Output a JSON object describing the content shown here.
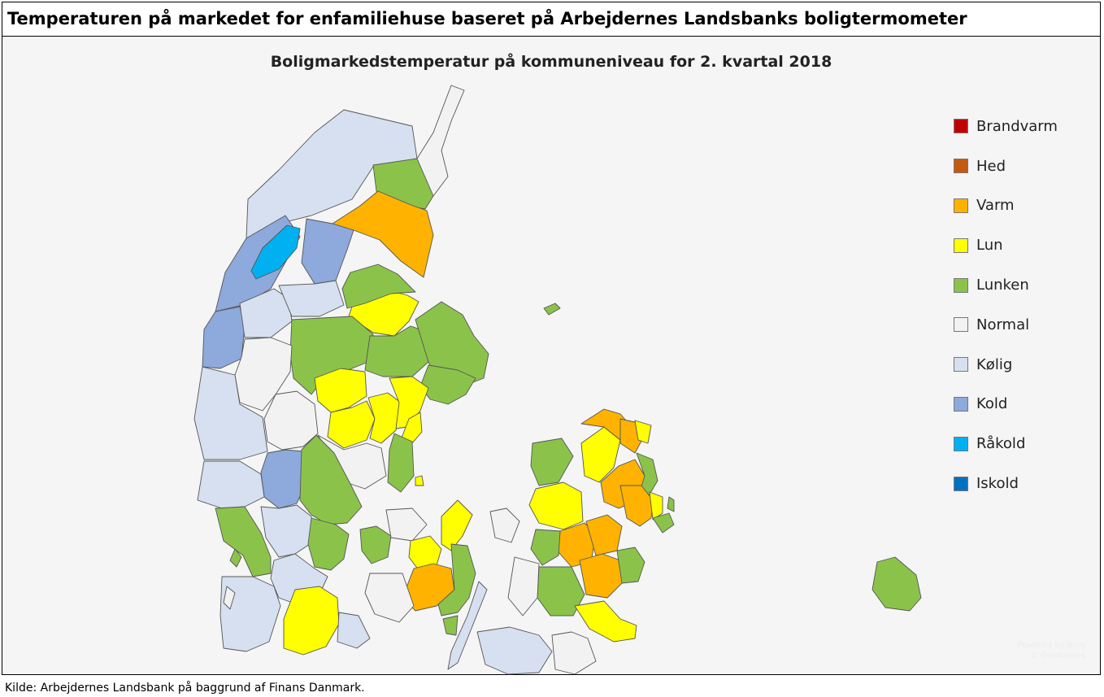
{
  "title": "Temperaturen på markedet for enfamiliehuse baseret på Arbejdernes Landsbanks boligtermometer",
  "map_title": "Boligmarkedstemperatur på kommuneniveau for 2. kvartal 2018",
  "source": "Kilde: Arbejdernes Landsbank på baggrund af Finans Danmark.",
  "legend": [
    {
      "label": "Brandvarm",
      "color": "#c00000"
    },
    {
      "label": "Hed",
      "color": "#c55a11"
    },
    {
      "label": "Varm",
      "color": "#ffb300"
    },
    {
      "label": "Lun",
      "color": "#ffff00"
    },
    {
      "label": "Lunken",
      "color": "#8bc34a"
    },
    {
      "label": "Normal",
      "color": "#f2f2f2"
    },
    {
      "label": "Kølig",
      "color": "#d6e0f0"
    },
    {
      "label": "Kold",
      "color": "#8ea9db"
    },
    {
      "label": "Råkold",
      "color": "#00b0f0"
    },
    {
      "label": "Iskold",
      "color": "#0070c0"
    }
  ]
}
